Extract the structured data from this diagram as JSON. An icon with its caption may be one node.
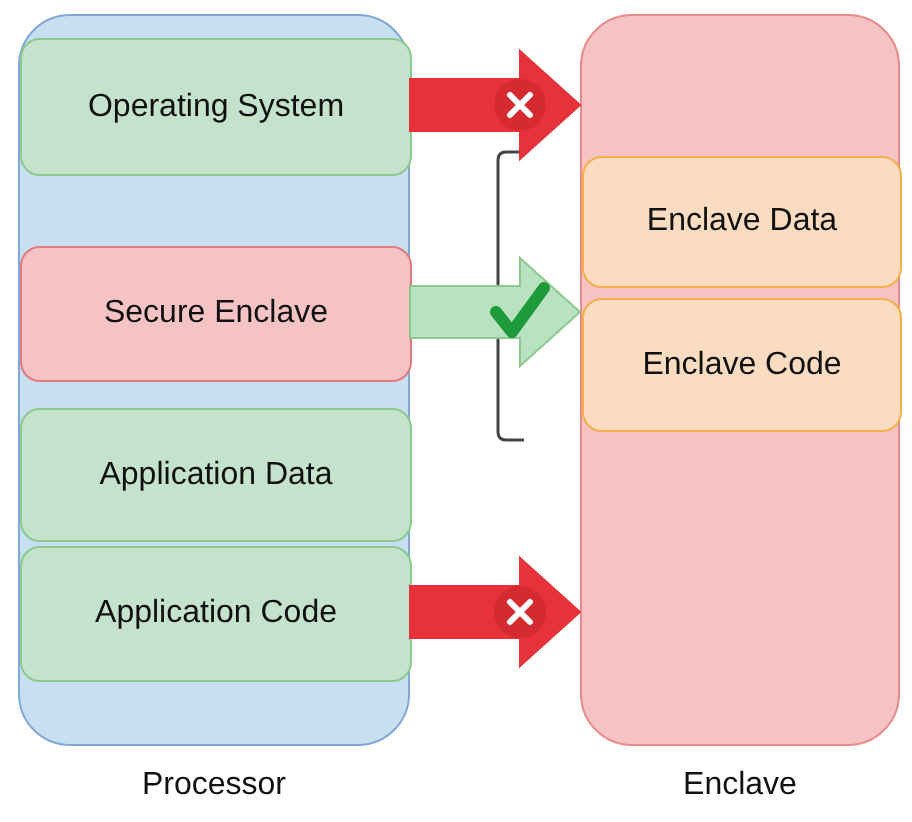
{
  "diagram": {
    "nodes": [
      {
        "text": [
          "Processor"
        ]
      },
      {
        "text": [
          "Operating System"
        ],
        "in": 0
      },
      {
        "text": [
          "Secure Enclave"
        ],
        "in": 0
      },
      {
        "text": [
          "Application Data"
        ],
        "in": 0
      },
      {
        "text": [
          "Application Code"
        ],
        "in": 0
      },
      {
        "text": [
          "Enclave"
        ]
      },
      {
        "text": [
          "Enclave Data"
        ],
        "in": 5
      },
      {
        "text": [
          "Enclave Code"
        ],
        "in": 5
      }
    ],
    "edges": [
      {
        "from": 1,
        "to": 5,
        "arrow": "to"
      },
      {
        "from": 2,
        "to": 7,
        "arrow": "to",
        "color": "#b9e2c1"
      },
      {
        "from": 4,
        "to": 5,
        "arrow": "to"
      }
    ]
  }
}
